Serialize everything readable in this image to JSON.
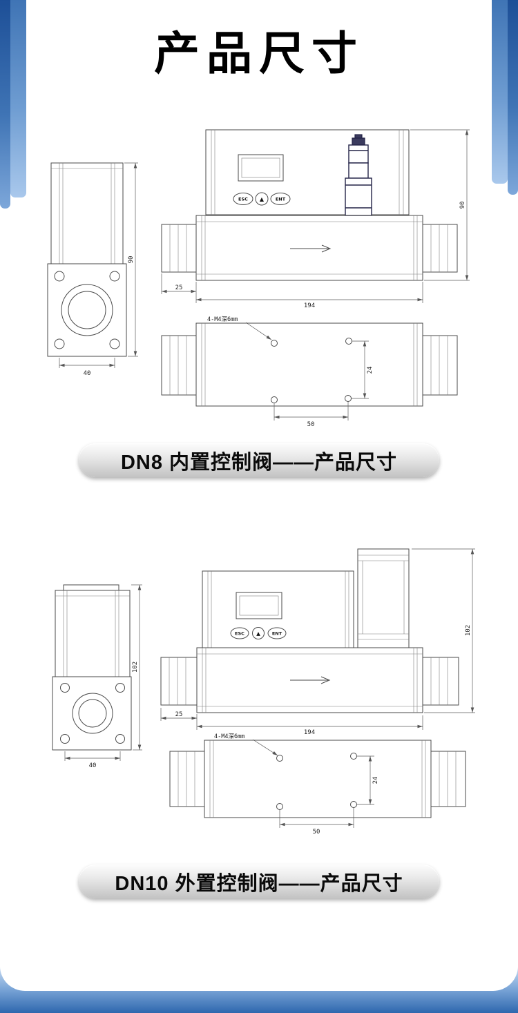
{
  "page": {
    "title": "产品尺寸"
  },
  "colors": {
    "accent_blue": "#2e67ae",
    "accent_blue_light": "#a9c8ec",
    "pill_gray": "#d9d9d9",
    "line_gray": "#4a4a4a"
  },
  "dn8": {
    "caption": "DN8  内置控制阀——产品尺寸",
    "panel_buttons": {
      "esc": "ESC",
      "up": "▲",
      "ent": "ENT"
    },
    "dims": {
      "side_height": "90",
      "side_width": "40",
      "front_height": "90",
      "inlet_offset": "25",
      "body_length": "194",
      "hole_note": "4-M4深6mm",
      "hole_spacing_v": "24",
      "hole_spacing_h": "50"
    }
  },
  "dn10": {
    "caption": "DN10  外置控制阀——产品尺寸",
    "panel_buttons": {
      "esc": "ESC",
      "up": "▲",
      "ent": "ENT"
    },
    "dims": {
      "side_height": "102",
      "side_width": "40",
      "front_height": "102",
      "inlet_offset": "25",
      "body_length": "194",
      "hole_note": "4-M4深6mm",
      "hole_spacing_v": "24",
      "hole_spacing_h": "50"
    }
  }
}
